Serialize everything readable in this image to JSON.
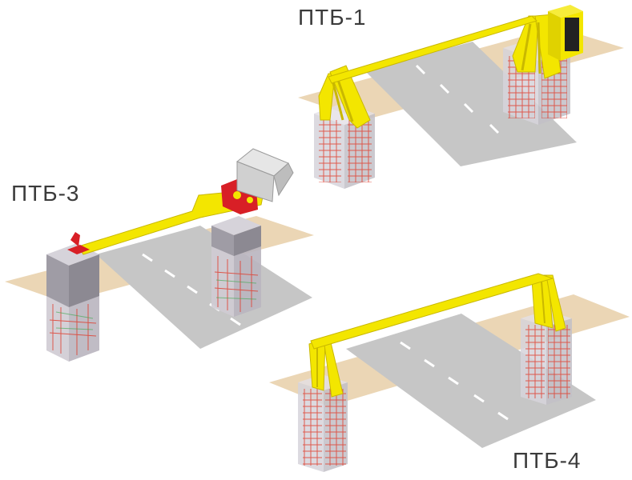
{
  "labels": {
    "ptb1": "ПТБ-1",
    "ptb3": "ПТБ-3",
    "ptb4": "ПТБ-4"
  },
  "colors": {
    "boom_yellow": "#f3e600",
    "boom_shade": "#c9b800",
    "road_gray": "#c6c6c6",
    "road_marking": "#ffffff",
    "ground_tan": "#e8cfa8",
    "concrete": "#d6d3da",
    "concrete_dark": "#a6a3ab",
    "rebar_red": "#e03a2a",
    "mechanism_red": "#d81f26",
    "cabinet_gray": "#d9d9d9"
  }
}
